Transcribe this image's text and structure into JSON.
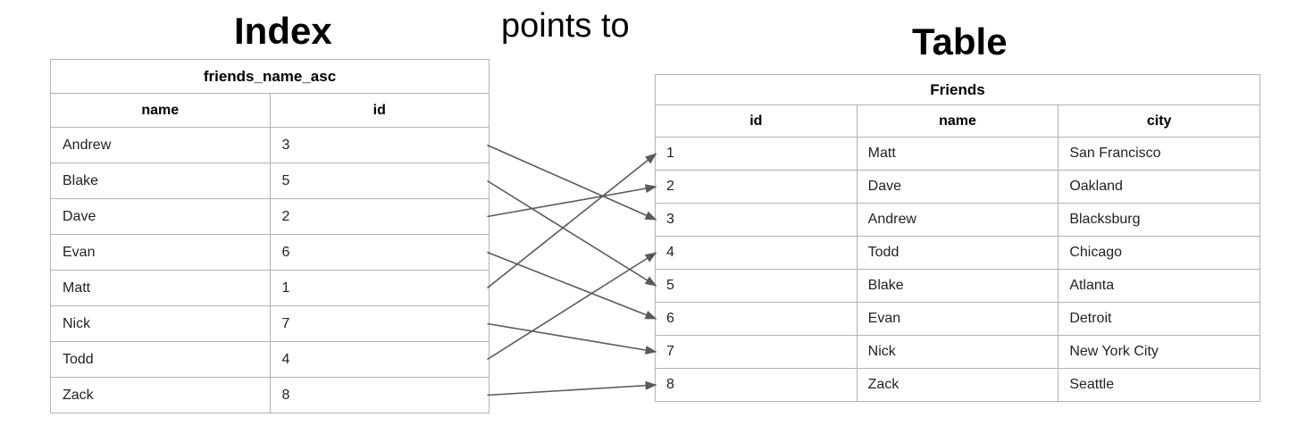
{
  "headings": {
    "index": "Index",
    "points_to": "points to",
    "table": "Table"
  },
  "index_table": {
    "title": "friends_name_asc",
    "columns": [
      "name",
      "id"
    ],
    "rows": [
      [
        "Andrew",
        "3"
      ],
      [
        "Blake",
        "5"
      ],
      [
        "Dave",
        "2"
      ],
      [
        "Evan",
        "6"
      ],
      [
        "Matt",
        "1"
      ],
      [
        "Nick",
        "7"
      ],
      [
        "Todd",
        "4"
      ],
      [
        "Zack",
        "8"
      ]
    ]
  },
  "friends_table": {
    "title": "Friends",
    "columns": [
      "id",
      "name",
      "city"
    ],
    "rows": [
      [
        "1",
        "Matt",
        "San Francisco"
      ],
      [
        "2",
        "Dave",
        "Oakland"
      ],
      [
        "3",
        "Andrew",
        "Blacksburg"
      ],
      [
        "4",
        "Todd",
        "Chicago"
      ],
      [
        "5",
        "Blake",
        "Atlanta"
      ],
      [
        "6",
        "Evan",
        "Detroit"
      ],
      [
        "7",
        "Nick",
        "New York City"
      ],
      [
        "8",
        "Zack",
        "Seattle"
      ]
    ]
  },
  "arrows": [
    {
      "from_name": "Andrew",
      "to_id": "3"
    },
    {
      "from_name": "Blake",
      "to_id": "5"
    },
    {
      "from_name": "Dave",
      "to_id": "2"
    },
    {
      "from_name": "Evan",
      "to_id": "6"
    },
    {
      "from_name": "Matt",
      "to_id": "1"
    },
    {
      "from_name": "Nick",
      "to_id": "7"
    },
    {
      "from_name": "Todd",
      "to_id": "4"
    },
    {
      "from_name": "Zack",
      "to_id": "8"
    }
  ],
  "colors": {
    "border": "#b3b3b3",
    "arrow": "#595959",
    "text": "#222222"
  }
}
